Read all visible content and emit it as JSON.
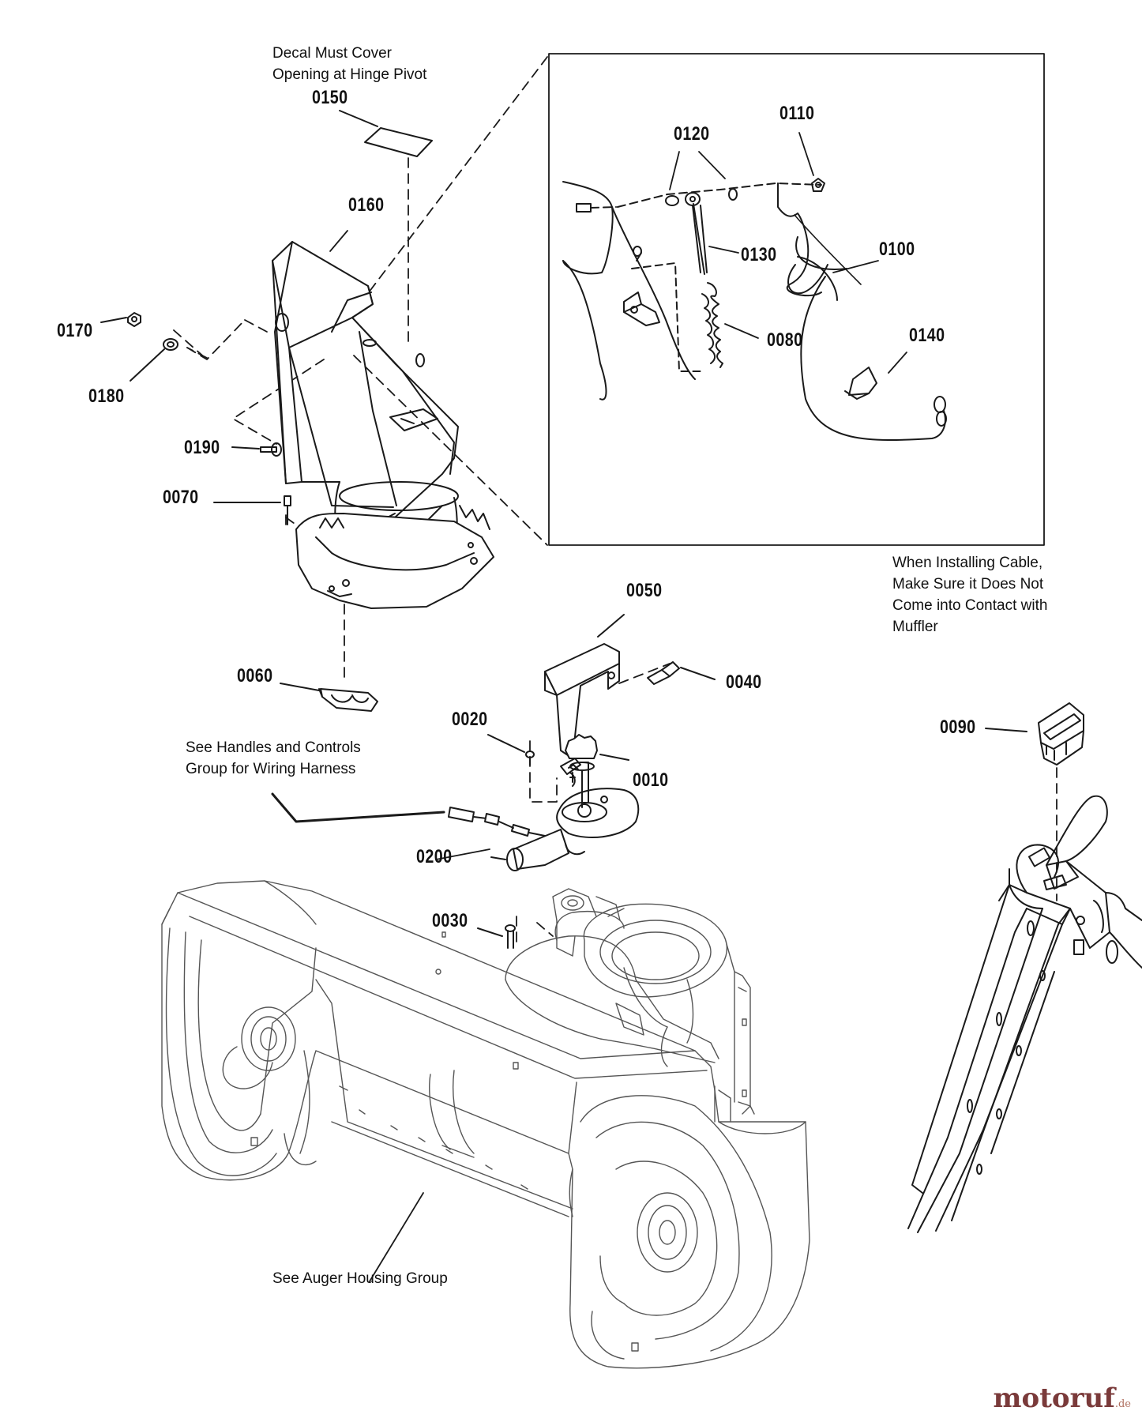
{
  "part_labels": {
    "p0150": "0150",
    "p0160": "0160",
    "p0170": "0170",
    "p0180": "0180",
    "p0190": "0190",
    "p0070": "0070",
    "p0060": "0060",
    "p0120": "0120",
    "p0110": "0110",
    "p0130": "0130",
    "p0100": "0100",
    "p0080": "0080",
    "p0140": "0140",
    "p0050": "0050",
    "p0040": "0040",
    "p0020": "0020",
    "p0010": "0010",
    "p0200": "0200",
    "p0030": "0030",
    "p0090": "0090"
  },
  "notes": {
    "decal_line1": "Decal Must Cover",
    "decal_line2": "Opening at Hinge Pivot",
    "cable_line1": "When Installing Cable,",
    "cable_line2": "Make Sure it Does Not",
    "cable_line3": "Come into Contact with",
    "cable_line4": "Muffler",
    "handles_line1": "See Handles and Controls",
    "handles_line2": "Group for Wiring Harness",
    "auger": "See Auger Housing Group"
  },
  "watermark": {
    "brand": "motoruf",
    "tld": ".de"
  },
  "colors": {
    "line": "#1a1a1a",
    "background": "#ffffff",
    "watermark": "#7a3a3a"
  }
}
